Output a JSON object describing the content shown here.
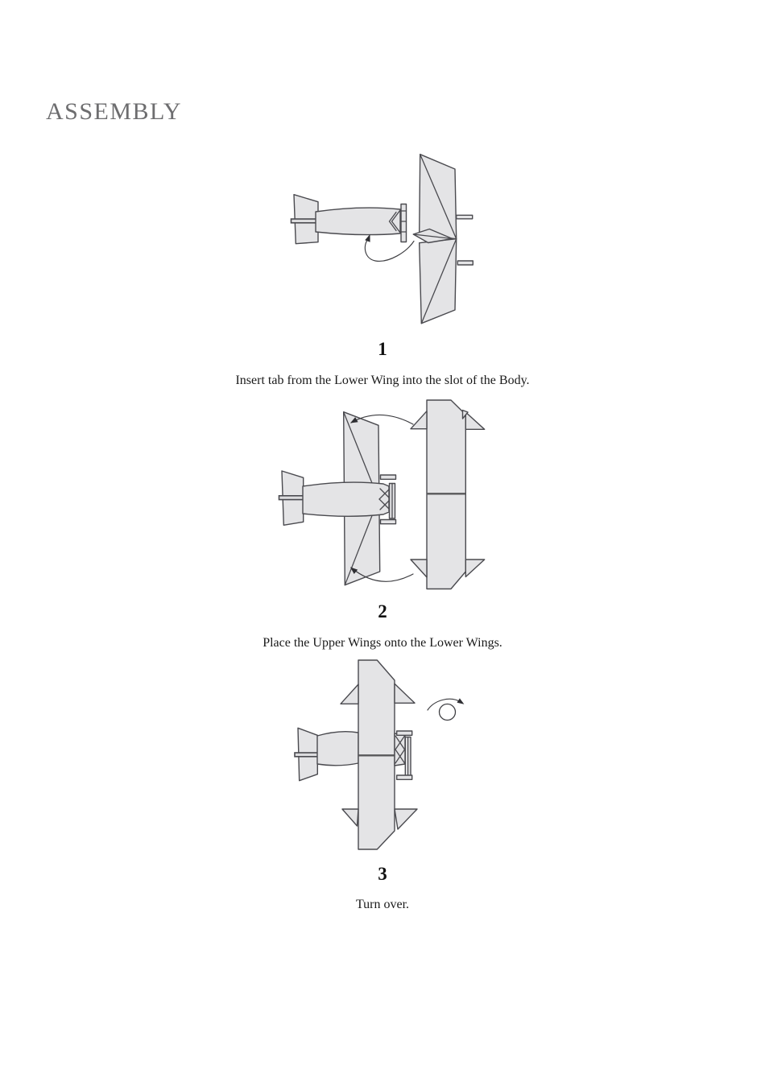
{
  "page": {
    "title": "ASSEMBLY",
    "background": "#ffffff"
  },
  "colors": {
    "paper_fill": "#e4e4e6",
    "outline": "#4a4a4f",
    "title_gray": "#6d6d6f",
    "text_black": "#1a1a1a"
  },
  "steps": [
    {
      "number": "1",
      "caption": "Insert tab from the Lower Wing into the slot of the Body."
    },
    {
      "number": "2",
      "caption": "Place the Upper Wings onto the Lower Wings."
    },
    {
      "number": "3",
      "caption": "Turn over."
    }
  ],
  "icons": {
    "turn_over": "circular-arrow"
  }
}
